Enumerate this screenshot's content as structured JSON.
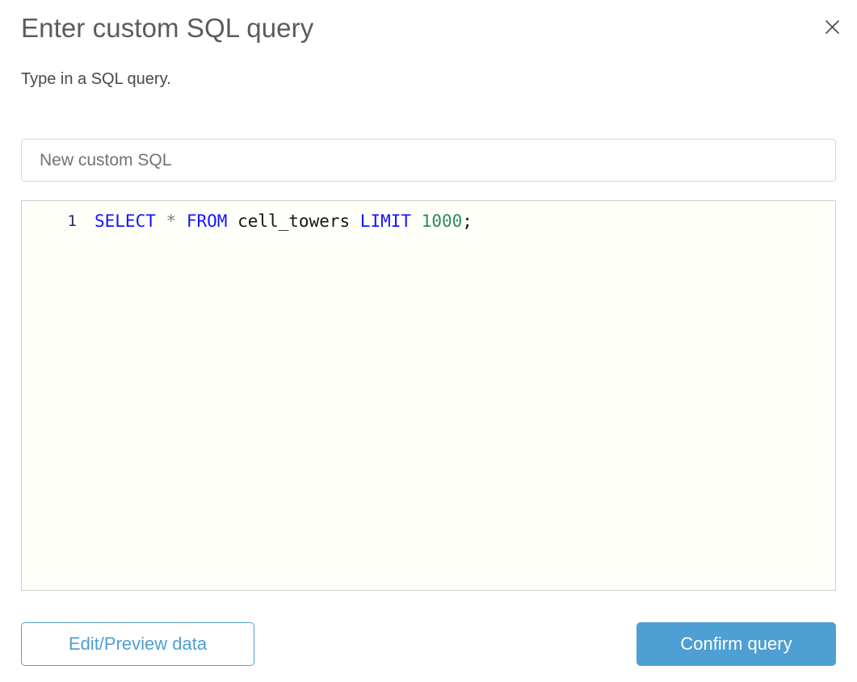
{
  "dialog": {
    "title": "Enter custom SQL query",
    "subtitle": "Type in a SQL query.",
    "close_icon": "close-icon"
  },
  "name_field": {
    "value": "",
    "placeholder": "New custom SQL"
  },
  "editor": {
    "line_number": "1",
    "language": "sql",
    "tokens": {
      "select": "SELECT",
      "star": "*",
      "from": "FROM",
      "table": "cell_towers",
      "limit": "LIMIT",
      "limit_value": "1000",
      "semicolon": ";",
      "space": " "
    },
    "full_text": "SELECT * FROM cell_towers LIMIT 1000;"
  },
  "footer": {
    "secondary_label": "Edit/Preview data",
    "primary_label": "Confirm query"
  },
  "colors": {
    "accent": "#4e9fd4",
    "keyword": "#1414ff",
    "number": "#2f8a5b",
    "operator": "#808080",
    "gutter": "#1f2d6b",
    "title": "#5b5b5b",
    "editor_bg": "#fffffa"
  }
}
